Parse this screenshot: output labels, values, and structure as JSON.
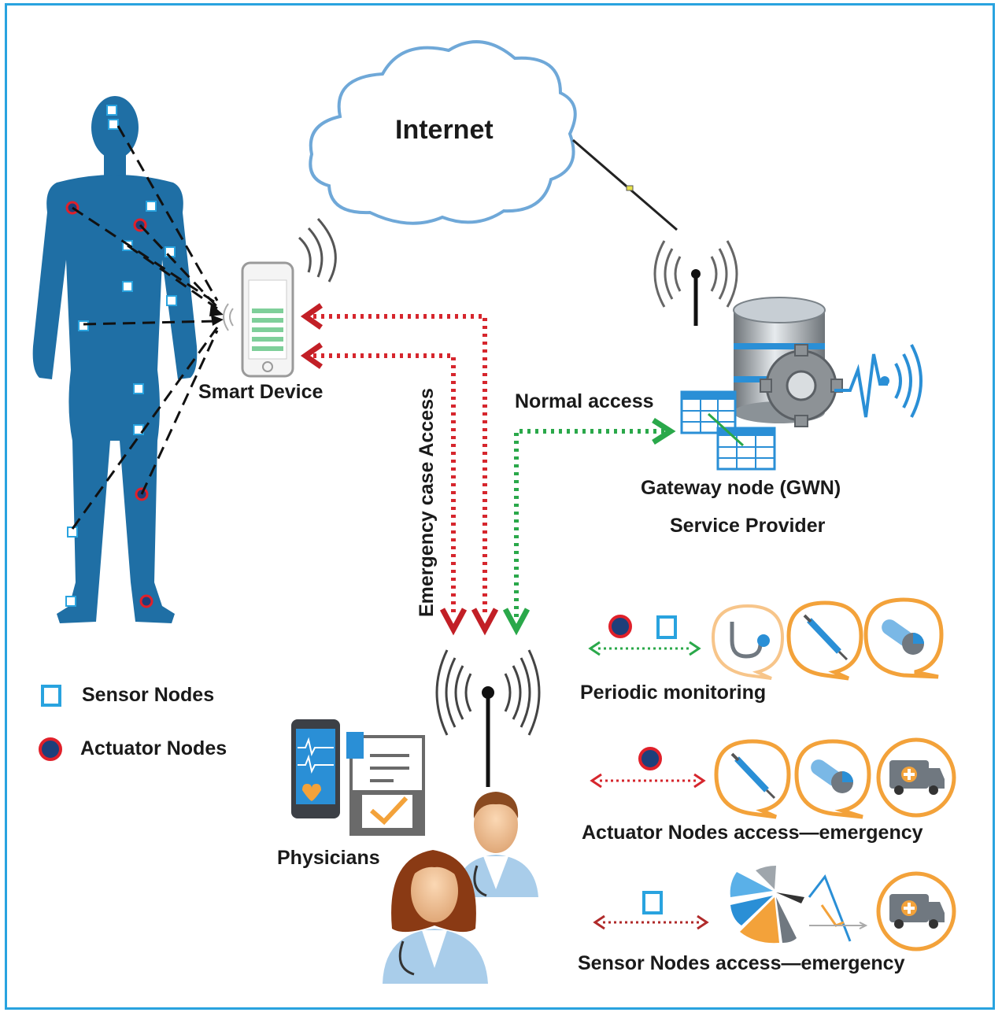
{
  "labels": {
    "internet": "Internet",
    "smart_device": "Smart Device",
    "normal_access": "Normal access",
    "emergency_access": "Emergency case Access",
    "gateway_line1": "Gateway node (GWN)",
    "gateway_line2": "Service Provider",
    "physicians": "Physicians"
  },
  "legend": {
    "sensor": "Sensor Nodes",
    "actuator": "Actuator  Nodes"
  },
  "access_modes": [
    {
      "label": "Periodic monitoring"
    },
    {
      "label": "Actuator  Nodes access—emergency"
    },
    {
      "label": "Sensor  Nodes access—emergency"
    }
  ],
  "colors": {
    "body": "#1f6fa5",
    "frame": "#29a3df",
    "sensor": "#29a3df",
    "actuator_fill": "#1e3f7a",
    "actuator_ring": "#e0202a",
    "emergency_arrow": "#d6262d",
    "normal_arrow": "#2aa84a",
    "cloud_stroke": "#6fa8d8",
    "bubble": "#f3a23a"
  },
  "icons": [
    "stethoscope-icon",
    "syringe-icon",
    "pills-icon",
    "ambulance-icon",
    "chart-icon",
    "database-gear-icon",
    "antenna-icon",
    "smartphone-icon",
    "clipboard-icon",
    "physician-icon"
  ]
}
